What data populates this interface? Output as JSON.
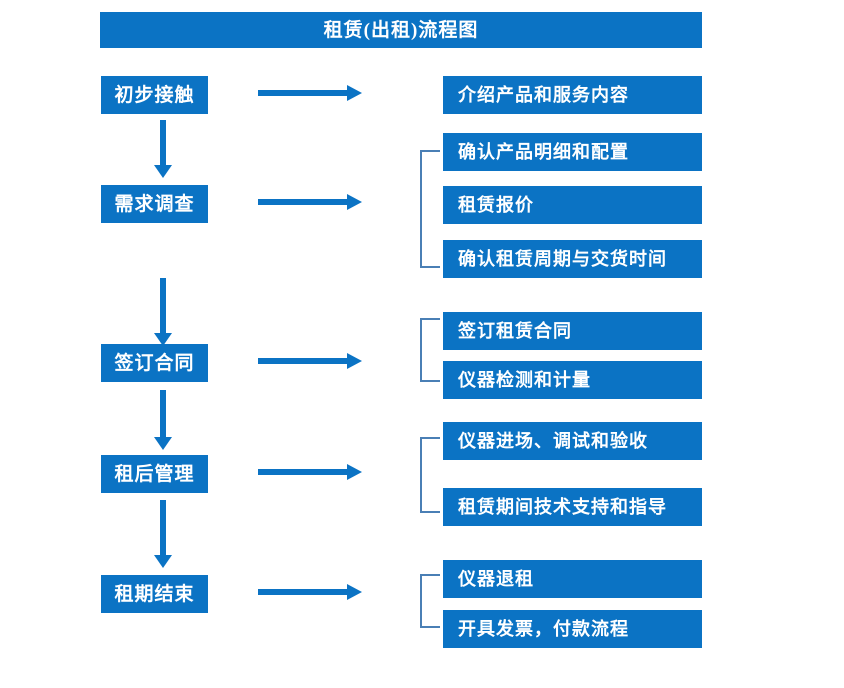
{
  "title": "租赁(出租)流程图",
  "accent_color": "#0b73c4",
  "bracket_color": "#4a7fb5",
  "text_color": "#ffffff",
  "background_color": "#ffffff",
  "stages": [
    {
      "label": "初步接触"
    },
    {
      "label": "需求调查"
    },
    {
      "label": "签订合同"
    },
    {
      "label": "租后管理"
    },
    {
      "label": "租期结束"
    }
  ],
  "details": [
    {
      "label": "介绍产品和服务内容"
    },
    {
      "label": "确认产品明细和配置"
    },
    {
      "label": "租赁报价"
    },
    {
      "label": "确认租赁周期与交货时间"
    },
    {
      "label": "签订租赁合同"
    },
    {
      "label": "仪器检测和计量"
    },
    {
      "label": "仪器进场、调试和验收"
    },
    {
      "label": "租赁期间技术支持和指导"
    },
    {
      "label": "仪器退租"
    },
    {
      "label": "开具发票，付款流程"
    }
  ],
  "chart_data": {
    "type": "flowchart",
    "title": "租赁(出租)流程图",
    "orientation": "vertical-with-branches",
    "nodes": [
      {
        "id": "s1",
        "label": "初步接触",
        "column": "left",
        "details": [
          "介绍产品和服务内容"
        ]
      },
      {
        "id": "s2",
        "label": "需求调查",
        "column": "left",
        "details": [
          "确认产品明细和配置",
          "租赁报价",
          "确认租赁周期与交货时间"
        ]
      },
      {
        "id": "s3",
        "label": "签订合同",
        "column": "left",
        "details": [
          "签订租赁合同",
          "仪器检测和计量"
        ]
      },
      {
        "id": "s4",
        "label": "租后管理",
        "column": "left",
        "details": [
          "仪器进场、调试和验收",
          "租赁期间技术支持和指导"
        ]
      },
      {
        "id": "s5",
        "label": "租期结束",
        "column": "left",
        "details": [
          "仪器退租",
          "开具发票，付款流程"
        ]
      }
    ],
    "edges": [
      {
        "from": "s1",
        "to": "s2",
        "type": "vertical-arrow"
      },
      {
        "from": "s2",
        "to": "s3",
        "type": "vertical-arrow"
      },
      {
        "from": "s3",
        "to": "s4",
        "type": "vertical-arrow"
      },
      {
        "from": "s4",
        "to": "s5",
        "type": "vertical-arrow"
      },
      {
        "from": "s1",
        "to": "details-group-1",
        "type": "horizontal-arrow"
      },
      {
        "from": "s2",
        "to": "details-group-2",
        "type": "horizontal-arrow"
      },
      {
        "from": "s3",
        "to": "details-group-3",
        "type": "horizontal-arrow"
      },
      {
        "from": "s4",
        "to": "details-group-4",
        "type": "horizontal-arrow"
      },
      {
        "from": "s5",
        "to": "details-group-5",
        "type": "horizontal-arrow"
      }
    ]
  }
}
